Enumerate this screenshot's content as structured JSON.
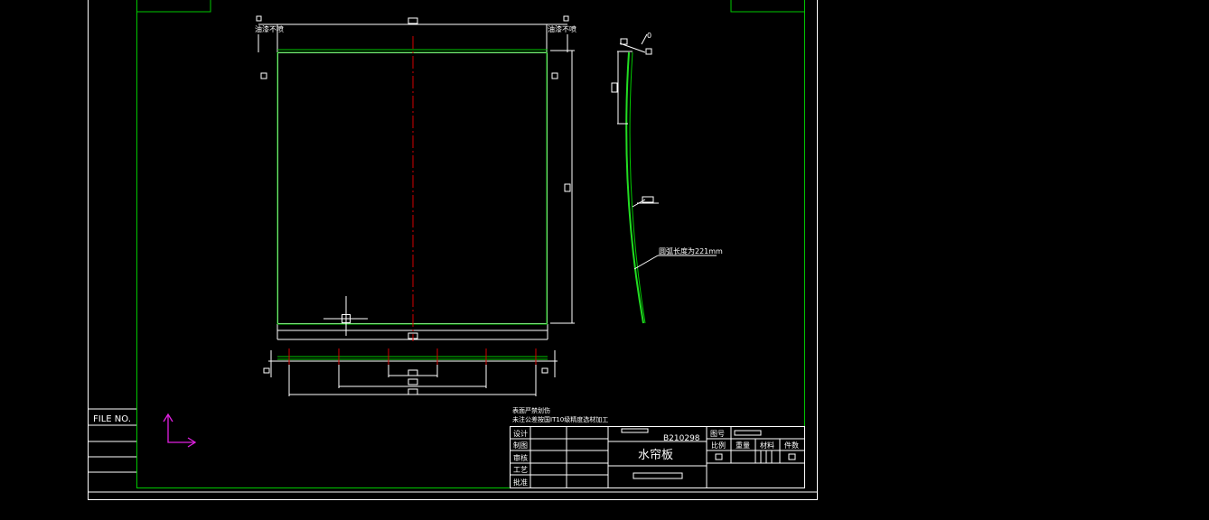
{
  "drawing": {
    "colors": {
      "background": "#000000",
      "frame_outer": "#ffffff",
      "frame_inner": "#00c800",
      "geometry": "#ffffff",
      "center_line": "#d40000",
      "curve": "#22dd22",
      "ucs": "#e020e0"
    },
    "margin_label": "FILE NO.",
    "annotations": {
      "corner_label_left": "油漆不喷",
      "corner_label_right": "油漆不喷",
      "arc_note": "圆弧长度为221mm"
    },
    "tech_notes": {
      "line1": "表面严禁划伤",
      "line2": "未注公差按国IT10级精度选材加工"
    },
    "title_block": {
      "drawing_no": "B210298",
      "part_name": "水帘板",
      "sign_rows": [
        "设计",
        "制图",
        "审核",
        "工艺",
        "批准"
      ],
      "right_header_label": "图号",
      "col_labels": [
        "比例",
        "重量",
        "材料",
        "件数"
      ]
    }
  }
}
